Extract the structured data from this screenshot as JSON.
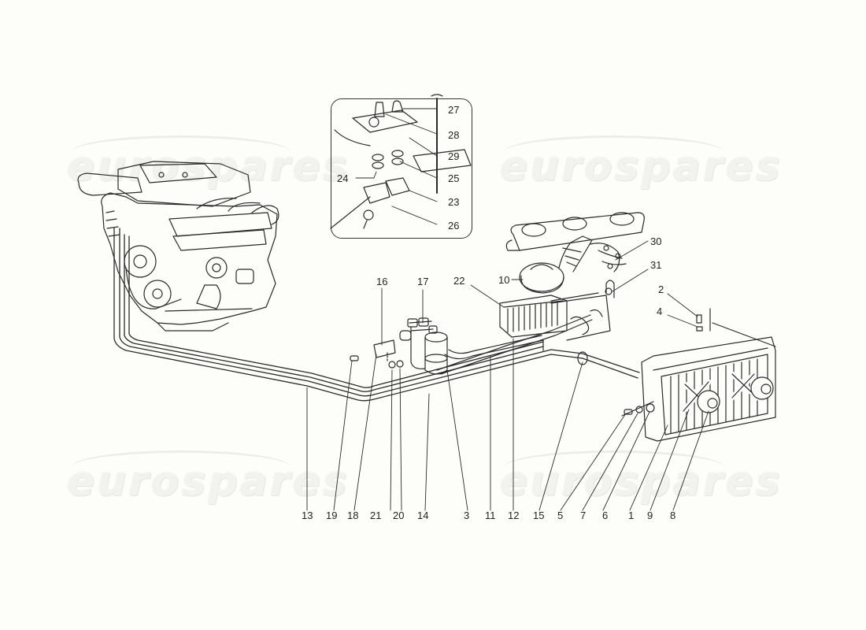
{
  "diagram": {
    "title": "",
    "type": "exploded parts diagram - air conditioning system",
    "background": "#fdfdf9",
    "line_color": "#2a2a2a",
    "watermark": {
      "text": "eurospares",
      "color": "#f2f2ef",
      "positions": [
        "top-left",
        "top-right",
        "bottom-left",
        "bottom-right"
      ]
    },
    "inset": {
      "description": "Control panel detail",
      "callouts": [
        "27",
        "28",
        "29",
        "24",
        "25",
        "23",
        "26"
      ]
    },
    "components": [
      {
        "id": "engine",
        "label": "V8 engine"
      },
      {
        "id": "blower",
        "label": "Blower fan",
        "callout": "10"
      },
      {
        "id": "evaporator",
        "label": "Evaporator",
        "callout": "22"
      },
      {
        "id": "air-duct",
        "label": "Air distribution duct"
      },
      {
        "id": "receiver-drier",
        "label": "Receiver drier",
        "callout": "3"
      },
      {
        "id": "condenser",
        "label": "Condenser with fans"
      },
      {
        "id": "refrigerant-lines",
        "label": "Refrigerant lines"
      }
    ],
    "callouts": {
      "c1": "1",
      "c2": "2",
      "c3": "3",
      "c4": "4",
      "c5": "5",
      "c6": "6",
      "c7": "7",
      "c8": "8",
      "c9": "9",
      "c10": "10",
      "c11": "11",
      "c12": "12",
      "c13": "13",
      "c14": "14",
      "c15": "15",
      "c16": "16",
      "c17": "17",
      "c18": "18",
      "c19": "19",
      "c20": "20",
      "c21": "21",
      "c22": "22",
      "c23": "23",
      "c24": "24",
      "c25": "25",
      "c26": "26",
      "c27": "27",
      "c28": "28",
      "c29": "29",
      "c30": "30",
      "c31": "31"
    },
    "bottom_row_order": [
      "13",
      "19",
      "18",
      "21",
      "20",
      "14",
      "3",
      "11",
      "12",
      "15",
      "5",
      "7",
      "6",
      "1",
      "9",
      "8"
    ]
  }
}
